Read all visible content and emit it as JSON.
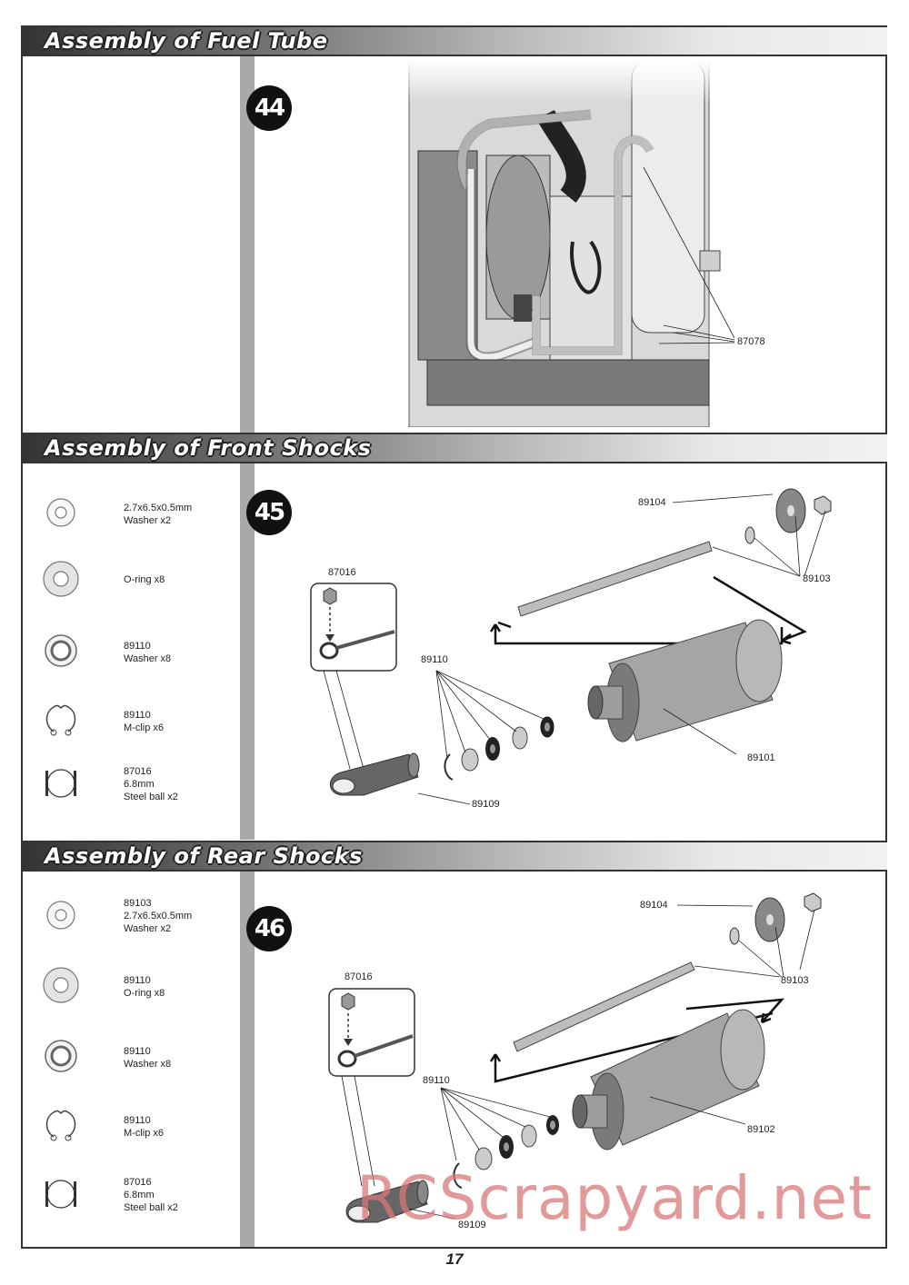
{
  "sections": [
    {
      "title": "Assembly of Fuel Tube",
      "step": "44"
    },
    {
      "title": "Assembly of Front Shocks",
      "step": "45"
    },
    {
      "title": "Assembly of Rear Shocks",
      "step": "46"
    }
  ],
  "fuel": {
    "callout": "87078"
  },
  "front": {
    "parts": [
      {
        "icon": "washer-small-icon",
        "lines": [
          "2.7x6.5x0.5mm",
          "Washer x2"
        ]
      },
      {
        "icon": "o-ring-icon",
        "lines": [
          "O-ring x8"
        ]
      },
      {
        "icon": "washer-large-icon",
        "lines": [
          "89110",
          "Washer x8"
        ]
      },
      {
        "icon": "m-clip-icon",
        "lines": [
          "89110",
          "M-clip x6"
        ]
      },
      {
        "icon": "steel-ball-icon",
        "lines": [
          "87016",
          "6.8mm",
          "Steel ball x2"
        ]
      }
    ],
    "callouts": {
      "c89104": "89104",
      "c87016": "87016",
      "c89103": "89103",
      "c89110": "89110",
      "c89101": "89101",
      "c89109": "89109"
    }
  },
  "rear": {
    "parts": [
      {
        "icon": "washer-small-icon",
        "lines": [
          "89103",
          "2.7x6.5x0.5mm",
          "Washer x2"
        ]
      },
      {
        "icon": "o-ring-icon",
        "lines": [
          "89110",
          "O-ring x8"
        ]
      },
      {
        "icon": "washer-large-icon",
        "lines": [
          "89110",
          "Washer x8"
        ]
      },
      {
        "icon": "m-clip-icon",
        "lines": [
          "89110",
          "M-clip x6"
        ]
      },
      {
        "icon": "steel-ball-icon",
        "lines": [
          "87016",
          "6.8mm",
          "Steel ball x2"
        ]
      }
    ],
    "callouts": {
      "c89104": "89104",
      "c87016": "87016",
      "c89103": "89103",
      "c89110": "89110",
      "c89102": "89102",
      "c89109": "89109"
    }
  },
  "page_number": "17",
  "watermark": "RCScrapyard.net"
}
